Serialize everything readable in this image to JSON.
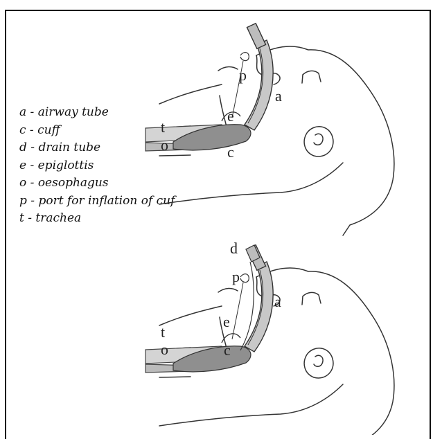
{
  "legend": [
    {
      "key": "a",
      "text": "airway tube"
    },
    {
      "key": "c",
      "text": "cuff"
    },
    {
      "key": "d",
      "text": "drain tube"
    },
    {
      "key": "e",
      "text": "epiglottis"
    },
    {
      "key": "o",
      "text": "oesophagus"
    },
    {
      "key": "p",
      "text": "port for inflation of cuf"
    },
    {
      "key": "t",
      "text": "trachea"
    }
  ],
  "figures": {
    "top": {
      "labels": {
        "p": "p",
        "a": "a",
        "e": "e",
        "t": "t",
        "o": "o",
        "c": "c"
      }
    },
    "bottom": {
      "labels": {
        "d": "d",
        "p": "p",
        "a": "a",
        "e": "e",
        "t": "t",
        "o": "o",
        "c": "c"
      }
    }
  },
  "colors": {
    "shade": "#c8c8c8",
    "cuff": "#8f8f8f",
    "line": "#333333",
    "frame": "#111111"
  }
}
